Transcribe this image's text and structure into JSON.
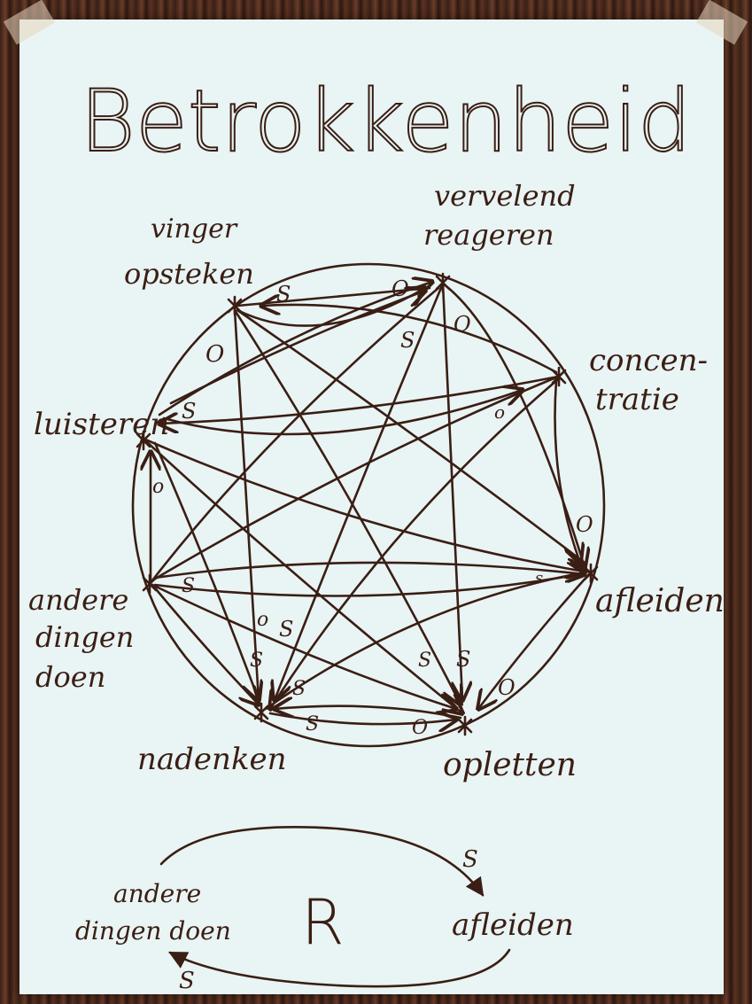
{
  "title": "Betrokkenheid",
  "nodes": {
    "vervelend_reageren": [
      "vervelend",
      "reageren"
    ],
    "concentratie": [
      "concen-",
      "tratie"
    ],
    "afleiden": "afleiden",
    "opletten": "opletten",
    "nadenken": "nadenken",
    "andere_dingen_doen": [
      "andere",
      "dingen",
      "doen"
    ],
    "luisteren": "luisteren",
    "vinger_opsteken": [
      "vinger",
      "opsteken"
    ]
  },
  "edge_marks": {
    "s": "S",
    "o": "O",
    "s_small": "s",
    "o_small": "o"
  },
  "legend": {
    "letter": "R",
    "left_node": [
      "andere",
      "dingen doen"
    ],
    "right_node": "afleiden",
    "top_arrow_label": "S",
    "bottom_arrow_label": "S"
  },
  "colors": {
    "paper": "#e9f4f4",
    "ink": "#3a1e14",
    "wall": "#4a2a1e"
  }
}
